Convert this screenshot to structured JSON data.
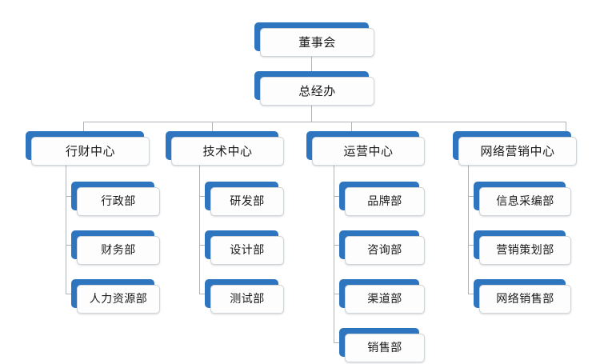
{
  "diagram": {
    "type": "organization-chart",
    "title": "",
    "colors": {
      "node_fill": "#2e75c0",
      "face_fill": "#fdfdfd",
      "border": "#cfd4d9",
      "connector": "#b0b4b8",
      "text": "#1a1a1a"
    },
    "root": {
      "id": "board",
      "label": "董事会"
    },
    "second": {
      "id": "gm-office",
      "label": "总经办"
    },
    "centers": [
      {
        "id": "admin-finance-center",
        "label": "行财中心",
        "children": [
          {
            "id": "admin-dept",
            "label": "行政部"
          },
          {
            "id": "finance-dept",
            "label": "财务部"
          },
          {
            "id": "hr-dept",
            "label": "人力资源部"
          }
        ]
      },
      {
        "id": "technology-center",
        "label": "技术中心",
        "children": [
          {
            "id": "rd-dept",
            "label": "研发部"
          },
          {
            "id": "design-dept",
            "label": "设计部"
          },
          {
            "id": "test-dept",
            "label": "测试部"
          }
        ]
      },
      {
        "id": "operations-center",
        "label": "运营中心",
        "children": [
          {
            "id": "brand-dept",
            "label": "品牌部"
          },
          {
            "id": "consulting-dept",
            "label": "咨询部"
          },
          {
            "id": "channel-dept",
            "label": "渠道部"
          },
          {
            "id": "sales-dept",
            "label": "销售部"
          }
        ]
      },
      {
        "id": "network-marketing-center",
        "label": "网络营销中心",
        "children": [
          {
            "id": "info-editing-dept",
            "label": "信息采编部"
          },
          {
            "id": "marketing-planning-dept",
            "label": "营销策划部"
          },
          {
            "id": "online-sales-dept",
            "label": "网络销售部"
          }
        ]
      }
    ]
  }
}
